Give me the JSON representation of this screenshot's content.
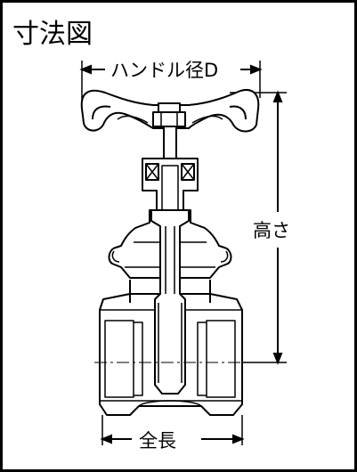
{
  "title": "寸法図",
  "dimensions": {
    "handle_diameter": "ハンドル径D",
    "height": "高さ",
    "overall_length": "全長"
  },
  "colors": {
    "line": "#000000",
    "fill": "#ffffff",
    "border": "#000000"
  }
}
